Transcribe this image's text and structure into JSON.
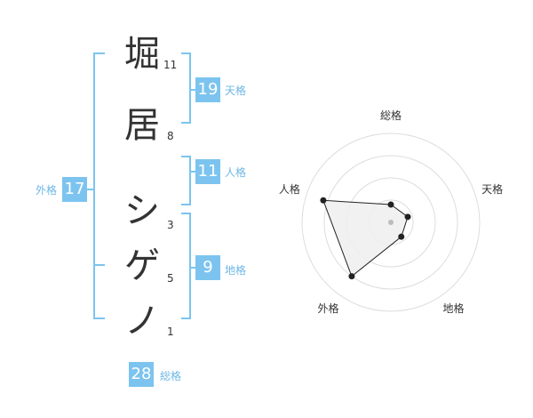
{
  "name": {
    "chars": [
      {
        "char": "堀",
        "strokes": "11"
      },
      {
        "char": "居",
        "strokes": "8"
      },
      {
        "char": "シ",
        "strokes": "3"
      },
      {
        "char": "ゲ",
        "strokes": "5"
      },
      {
        "char": "ノ",
        "strokes": "1"
      }
    ]
  },
  "kaku": {
    "tenkaku": {
      "value": "19",
      "label": "天格"
    },
    "jinkaku": {
      "value": "11",
      "label": "人格"
    },
    "chikaku": {
      "value": "9",
      "label": "地格"
    },
    "gaikaku": {
      "value": "17",
      "label": "外格"
    },
    "soukaku": {
      "value": "28",
      "label": "総格"
    }
  },
  "radar": {
    "axes": [
      "総格",
      "天格",
      "地格",
      "外格",
      "人格"
    ],
    "values": [
      0.2,
      0.2,
      0.2,
      0.75,
      0.8
    ],
    "rings": 4,
    "colors": {
      "ring": "#dddddd",
      "fill": "#eeeeee",
      "stroke": "#222222",
      "point": "#222222",
      "center": "#bbbbbb"
    }
  },
  "colors": {
    "accent": "#7cc4ef",
    "bracket": "#7cc4ef",
    "text": "#333333"
  }
}
